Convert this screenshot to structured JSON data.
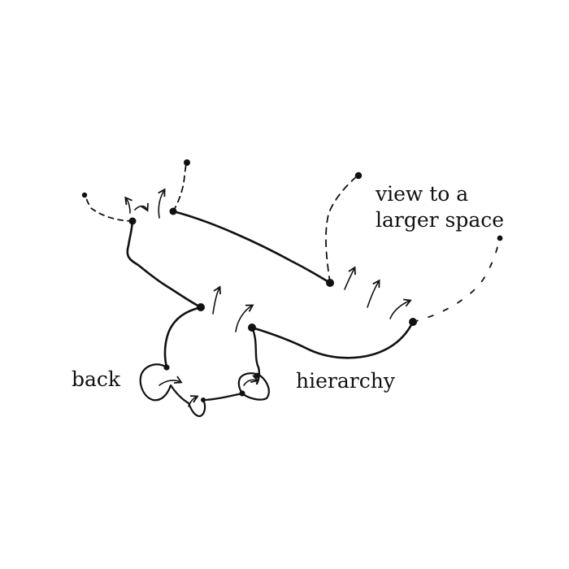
{
  "labels": {
    "view_line1": "view to a",
    "view_line2": "larger space",
    "back": "back",
    "hierarchy": "hierarchy"
  },
  "colors": {
    "ink": "#111111",
    "background": "#ffffff"
  }
}
